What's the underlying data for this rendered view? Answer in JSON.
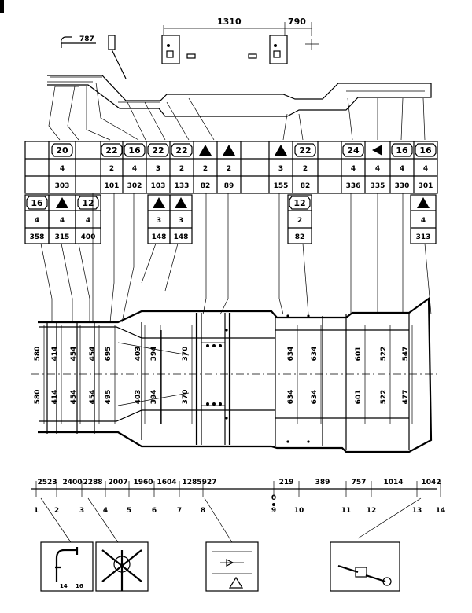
{
  "top": {
    "rod_dim": "787",
    "dim_a": "1310",
    "dim_b": "790"
  },
  "table_top": {
    "cols": [
      {
        "sym": "",
        "qty": "",
        "val": ""
      },
      {
        "sym": "20",
        "qty": "4",
        "val": "303"
      },
      {
        "sym": "",
        "qty": "",
        "val": ""
      },
      {
        "sym": "22",
        "qty": "2",
        "val": "101"
      },
      {
        "sym": "16",
        "qty": "4",
        "val": "302"
      },
      {
        "sym": "22",
        "qty": "3",
        "val": "103"
      },
      {
        "sym": "22",
        "qty": "2",
        "val": "133"
      },
      {
        "sym": "tri",
        "qty": "2",
        "val": "82"
      },
      {
        "sym": "tri",
        "qty": "2",
        "val": "89"
      },
      {
        "sym": "",
        "qty": "",
        "val": ""
      },
      {
        "sym": "tri",
        "qty": "3",
        "val": "155"
      },
      {
        "sym": "22",
        "qty": "2",
        "val": "82"
      },
      {
        "sym": "",
        "qty": "",
        "val": ""
      },
      {
        "sym": "24",
        "qty": "4",
        "val": "336"
      },
      {
        "sym": "tri-left",
        "qty": "4",
        "val": "335"
      },
      {
        "sym": "16",
        "qty": "4",
        "val": "330"
      },
      {
        "sym": "16",
        "qty": "4",
        "val": "301"
      }
    ]
  },
  "table_sub": [
    {
      "sym": "16",
      "qty": "4",
      "val": "358"
    },
    {
      "sym": "tri",
      "qty": "4",
      "val": "315"
    },
    {
      "sym": "12",
      "qty": "4",
      "val": "400"
    },
    {
      "sym": "tri",
      "qty": "3",
      "val": "148"
    },
    {
      "sym": "tri",
      "qty": "3",
      "val": "148"
    },
    {
      "sym": "12",
      "qty": "2",
      "val": "82"
    },
    {
      "sym": "tri",
      "qty": "4",
      "val": "313"
    }
  ],
  "frame": {
    "upper": [
      "580",
      "414",
      "454",
      "454",
      "695",
      "403",
      "394",
      "370",
      "634",
      "634",
      "601",
      "522",
      "547"
    ],
    "lower": [
      "580",
      "414",
      "454",
      "454",
      "495",
      "403",
      "394",
      "370",
      "634",
      "634",
      "601",
      "522",
      "477"
    ]
  },
  "bottom_dims": [
    "2523",
    "2400",
    "2288",
    "2007",
    "1960",
    "1604",
    "1285",
    "927",
    "219",
    "389",
    "757",
    "1014",
    "1042"
  ],
  "zero": "0",
  "stations": [
    "1",
    "2",
    "3",
    "4",
    "5",
    "6",
    "7",
    "8",
    "9",
    "10",
    "11",
    "12",
    "13",
    "14"
  ],
  "detail_labels": [
    "14",
    "16"
  ]
}
